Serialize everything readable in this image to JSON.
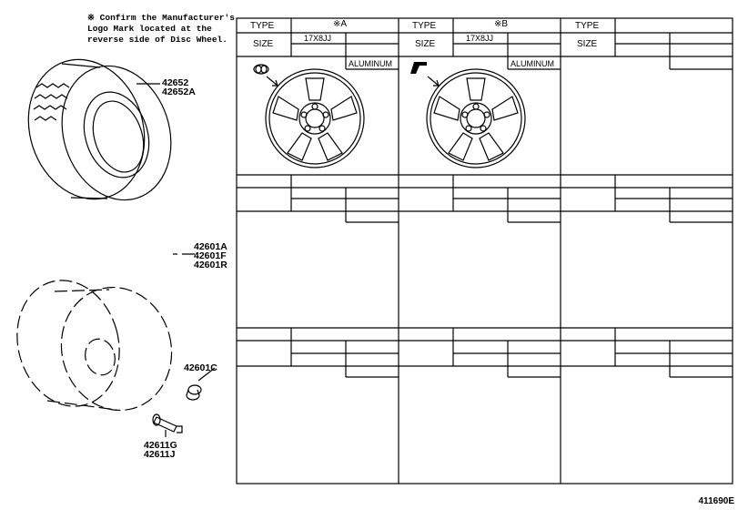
{
  "note": {
    "mark": "※",
    "text": "Confirm the Manufacturer's\nLogo Mark located at the\nreverse side of Disc Wheel."
  },
  "parts": {
    "tire": [
      "42652",
      "42652A"
    ],
    "disc_wheel": [
      "42601A",
      "42601F",
      "42601R"
    ],
    "nut": [
      "42601C"
    ],
    "valve": [
      "42611G",
      "42611J"
    ]
  },
  "table": {
    "type_label": "TYPE",
    "size_label": "SIZE",
    "columns": [
      {
        "type": "※A",
        "size": "17X8JJ",
        "material": "ALUMINUM",
        "logo": "triple-ring-logo"
      },
      {
        "type": "※B",
        "size": "17X8JJ",
        "material": "ALUMINUM",
        "logo": "stylized-l-logo"
      },
      {
        "type": "",
        "size": "",
        "material": "",
        "logo": ""
      }
    ]
  },
  "ref_number": "411690E"
}
